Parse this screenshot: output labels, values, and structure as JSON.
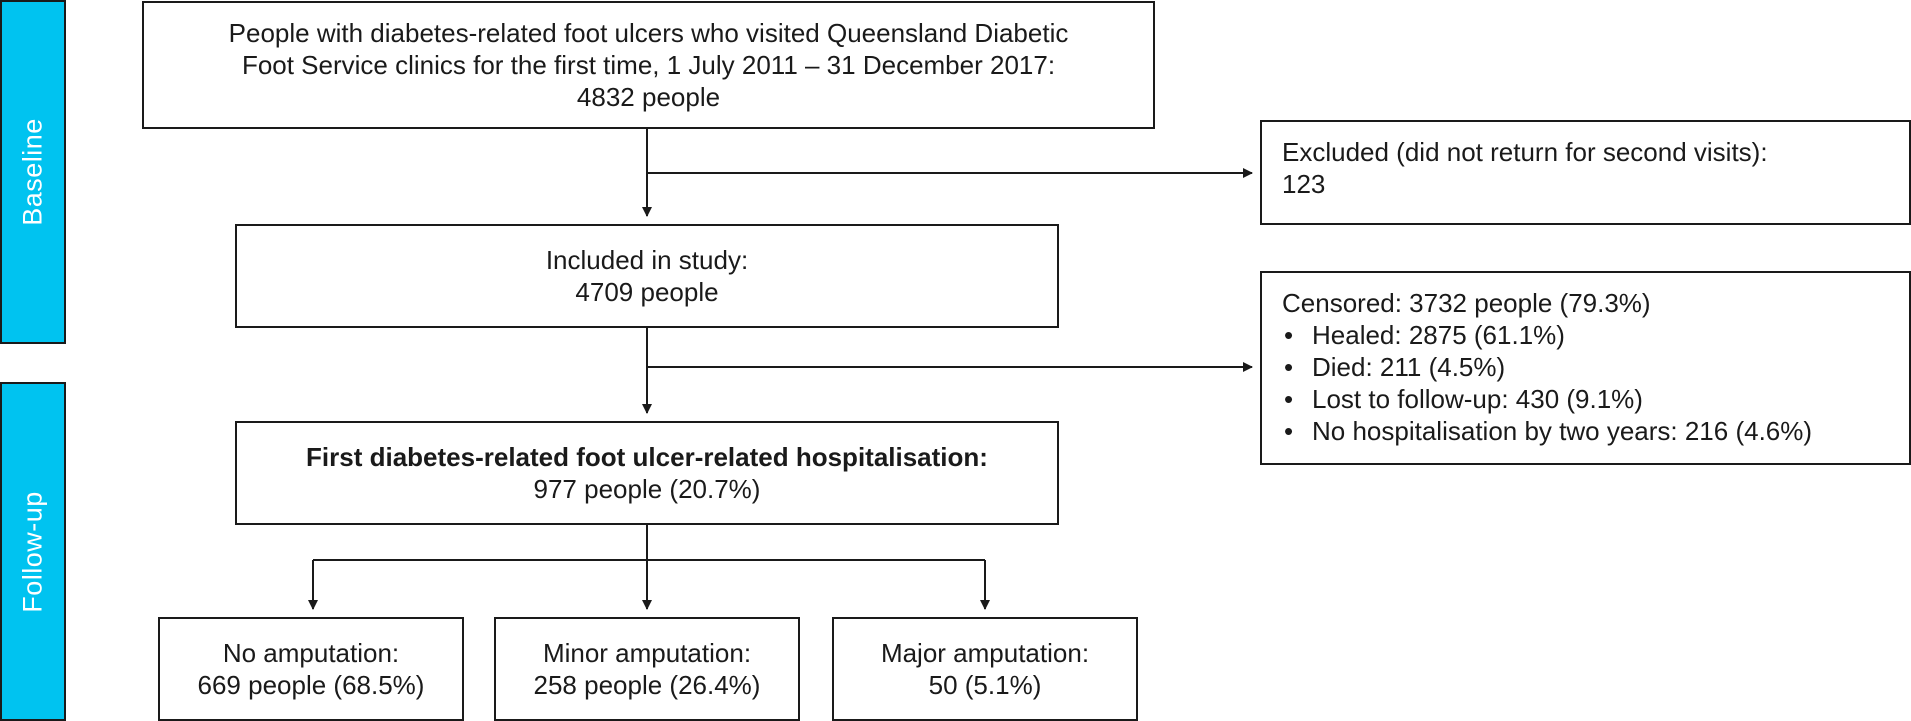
{
  "bands": {
    "baseline": "Baseline",
    "followup": "Follow-up"
  },
  "start": {
    "line1": "People with diabetes-related foot ulcers who visited Queensland Diabetic",
    "line2": "Foot Service clinics for the first time, 1 July 2011 – 31 December 2017:",
    "line3": "4832 people"
  },
  "excluded": {
    "line1": "Excluded (did not return for second visits):",
    "line2": "123"
  },
  "included": {
    "line1": "Included in study:",
    "line2": "4709 people"
  },
  "censored": {
    "title": "Censored: 3732 people (79.3%)",
    "items": [
      "Healed: 2875 (61.1%)",
      "Died: 211 (4.5%)",
      "Lost to follow-up: 430 (9.1%)",
      "No hospitalisation by two years: 216 (4.6%)"
    ]
  },
  "hospitalisation": {
    "line1": "First diabetes-related foot ulcer-related hospitalisation:",
    "line2": "977 people (20.7%)"
  },
  "outcomes": {
    "none": {
      "line1": "No amputation:",
      "line2": "669 people (68.5%)"
    },
    "minor": {
      "line1": "Minor amputation:",
      "line2": "258 people (26.4%)"
    },
    "major": {
      "line1": "Major amputation:",
      "line2": "50 (5.1%)"
    }
  },
  "colors": {
    "band": "#00c3f0",
    "line": "#1a1a1a"
  }
}
